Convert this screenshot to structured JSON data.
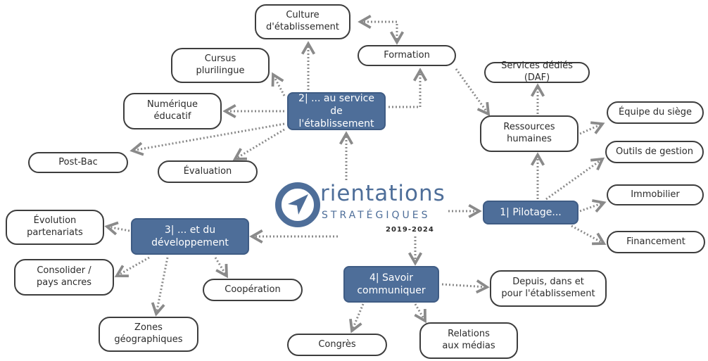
{
  "logo": {
    "title": "rientations",
    "subtitle": "STRATÉGIQUES",
    "years": "2019-2024"
  },
  "hubs": {
    "pilotage": "1| Pilotage...",
    "service": "2| ... au service\nde l'établissement",
    "developpement": "3| ... et du\ndéveloppement",
    "communiquer": "4| Savoir\ncommuniquer"
  },
  "nodes": {
    "culture": "Culture\nd'établissement",
    "formation": "Formation",
    "cursus": "Cursus\nplurilingue",
    "numerique": "Numérique\néducatif",
    "postbac": "Post-Bac",
    "evaluation": "Évaluation",
    "services_daf": "Services dédiés (DAF)",
    "ressources": "Ressources\nhumaines",
    "equipe": "Équipe du siège",
    "outils": "Outils de gestion",
    "immobilier": "Immobilier",
    "financement": "Financement",
    "evolution": "Évolution\npartenariats",
    "consolider": "Consolider /\npays ancres",
    "cooperation": "Coopération",
    "zones": "Zones\ngéographiques",
    "depuis": "Depuis, dans et\npour l'établissement",
    "congres": "Congrès",
    "relations": "Relations\naux médias"
  },
  "colors": {
    "hub_fill": "#4e6e99",
    "edge": "#8a8a8a"
  }
}
